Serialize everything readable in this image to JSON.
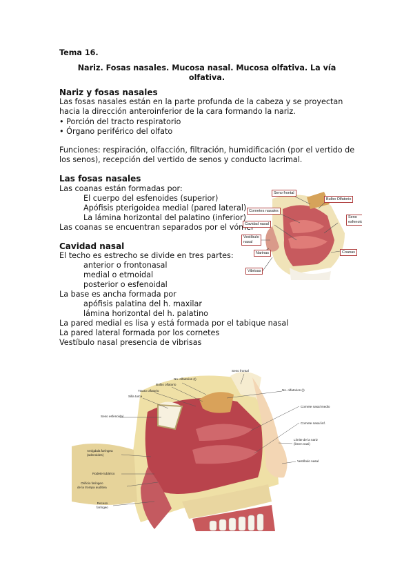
{
  "header": {
    "topic": "Tema 16."
  },
  "title": {
    "line1": "Nariz. Fosas nasales. Mucosa nasal. Mucosa olfativa.  La vía",
    "line2": "olfativa."
  },
  "s1": {
    "heading": "Nariz y fosas nasales",
    "p1": "Las fosas nasales están en la parte profunda de la cabeza y se proyectan",
    "p2": "hacia la dirección anteroinferior de la cara formando la nariz.",
    "b1": "• Porción del tracto respiratorio",
    "b2": "• Órgano periférico del olfato",
    "f1": "Funciones: respiración, olfacción, filtración, humidificación (por el vertido de",
    "f2": "los senos), recepción del vertido de senos y conducto lacrimal."
  },
  "s2": {
    "heading": "Las fosas nasales",
    "p1": "Las coanas están formadas por:",
    "i1": "El cuerpo del esfenoides (superior)",
    "i2": "Apófisis pterigoidea medial (pared lateral)",
    "i3": "La lámina horizontal del palatino (inferior)",
    "p2": "Las coanas se encuentran separados por el vómer"
  },
  "s3": {
    "heading": "Cavidad nasal",
    "p1": "El techo es estrecho se divide en tres partes:",
    "i1": "anterior o frontonasal",
    "i2": "medial o etmoidal",
    "i3": "posterior o esfenoidal",
    "p2": "La base es ancha formada por",
    "i4": "apófisis palatina del h. maxilar",
    "i5": "lámina horizontal del h. palatino",
    "p3": "La pared medial es lisa y está formada por el tabique nasal",
    "p4": "La pared lateral formada por los cornetes",
    "p5": "Vestíbulo nasal presencia de vibrisas"
  },
  "fig1": {
    "labels": {
      "seno_frontal": "Seno frontal",
      "bulbo": "Bulbo Olfatorio",
      "cornetes": "Cornetes nasales",
      "seno_esf": "Seno",
      "seno_esf2": "esfenoidal",
      "cavidad": "Cavidad nasal",
      "vestibulo": "Vestíbulo",
      "vestibulo2": "nasal",
      "narinas": "Narinas",
      "coanas": "Coanas",
      "vibrisas": "Vibrisas"
    }
  },
  "fig2": {
    "labels": {
      "seno_frontal": "Seno frontal",
      "nn_olf": "Nn. olfatorios (I)",
      "bulbo": "Bulbo olfatorio",
      "tracto": "Tracto olfatorio",
      "silla": "Silla turca",
      "seno_esf": "Seno esfenoidal",
      "nn_olf2": "Nn. olfatorios (I)",
      "corn_medio": "Cornete nasal medio",
      "corn_inf": "Cornete nasal inf.",
      "limite1": "Límite de la nariz",
      "limite2": "(limen nasi)",
      "vestibulo": "Vestíbulo nasal",
      "amigdala1": "Amígdala faríngea",
      "amigdala2": "(adenoides)",
      "rodete": "Rodete tubárico",
      "orificio1": "Orificio faríngeo",
      "orificio2": "de la trompa auditiva",
      "receso1": "Receso",
      "receso2": "faríngeo"
    }
  },
  "colors": {
    "mucosa": "#c0505a",
    "bone": "#e8d79a",
    "cartilage": "#f2e2c0"
  }
}
